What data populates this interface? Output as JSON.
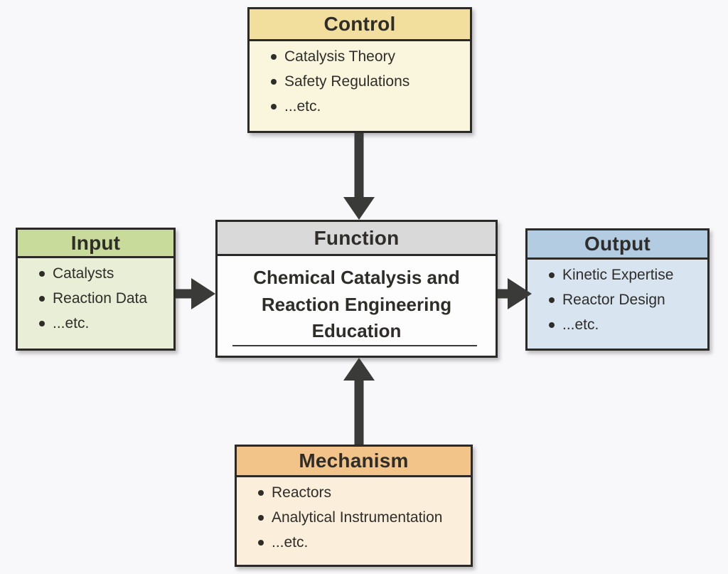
{
  "diagram": {
    "background_color": "#f8f7f9",
    "border_color": "#2b2a27",
    "arrow_color": "#3a3a38",
    "boxes": {
      "control": {
        "title": "Control",
        "header_color": "#f2df9d",
        "body_color": "#faf6dd",
        "items": [
          "Catalysis Theory",
          "Safety Regulations",
          "...etc."
        ]
      },
      "input": {
        "title": "Input",
        "header_color": "#c9db9b",
        "body_color": "#e9efd6",
        "items": [
          "Catalysts",
          "Reaction Data",
          "...etc."
        ]
      },
      "function": {
        "title": "Function",
        "header_color": "#d9d9d9",
        "body_color": "#fdfdfd",
        "label": "Chemical Catalysis and Reaction Engineering Education"
      },
      "output": {
        "title": "Output",
        "header_color": "#b3cce1",
        "body_color": "#d8e5f0",
        "items": [
          "Kinetic Expertise",
          "Reactor Design",
          "...etc."
        ]
      },
      "mechanism": {
        "title": "Mechanism",
        "header_color": "#f3c489",
        "body_color": "#fbeeda",
        "items": [
          "Reactors",
          "Analytical Instrumentation",
          "...etc."
        ]
      }
    },
    "connections": [
      {
        "from": "control",
        "to": "function",
        "direction": "down"
      },
      {
        "from": "input",
        "to": "function",
        "direction": "right"
      },
      {
        "from": "function",
        "to": "output",
        "direction": "right"
      },
      {
        "from": "mechanism",
        "to": "function",
        "direction": "up"
      }
    ]
  }
}
